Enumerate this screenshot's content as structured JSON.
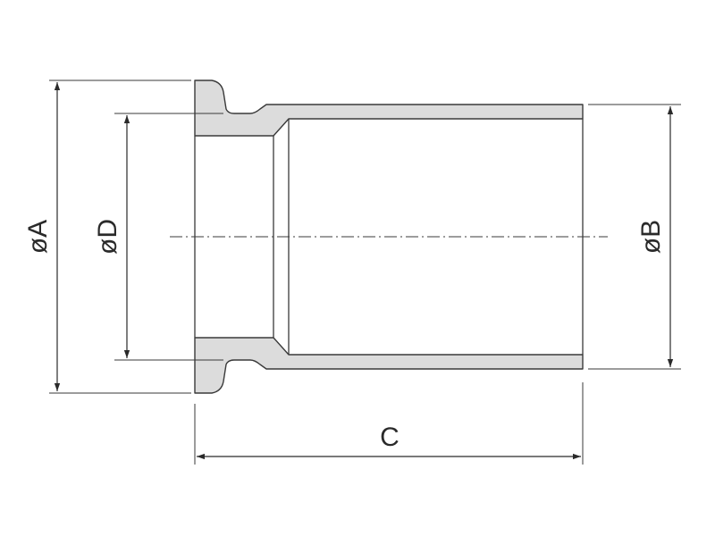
{
  "diagram": {
    "dimensions": {
      "outer_flange_diameter": "øA",
      "inner_bore_diameter": "øD",
      "tube_outer_diameter": "øB",
      "overall_length": "C"
    },
    "colors": {
      "stroke": "#3a3a3a",
      "wall_fill": "#dcdcdc",
      "background": "#ffffff",
      "text": "#2a2a2a"
    }
  }
}
